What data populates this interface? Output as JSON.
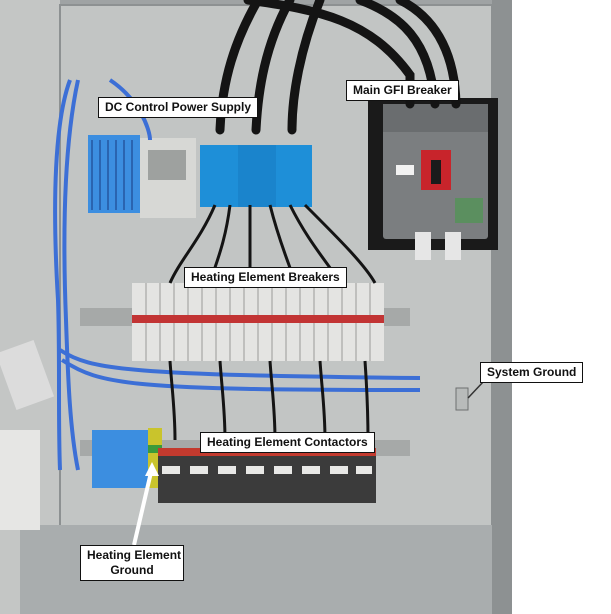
{
  "photo": {
    "subject": "Electrical control panel with labeled components"
  },
  "labels": {
    "dc_power_supply": "DC Control Power Supply",
    "main_gfi_breaker": "Main GFI Breaker",
    "heating_element_breakers": "Heating Element Breakers",
    "system_ground": "System Ground",
    "heating_element_contactors": "Heating Element Contactors",
    "heating_element_ground_line1": "Heating Element",
    "heating_element_ground_line2": "Ground"
  },
  "colors": {
    "enclosure": "#b9bcbc",
    "backplate": "#c9cbca",
    "wire_blue": "#3c6fd6",
    "wire_black": "#141414",
    "breaker_white": "#e4e4e2",
    "terminal_blue": "#3c8ee0",
    "distribution_block": "#1e8fd8",
    "gfi_gray": "#7b7e80",
    "contactor_dark": "#3b3b3b",
    "callout_bg": "#ffffff"
  }
}
